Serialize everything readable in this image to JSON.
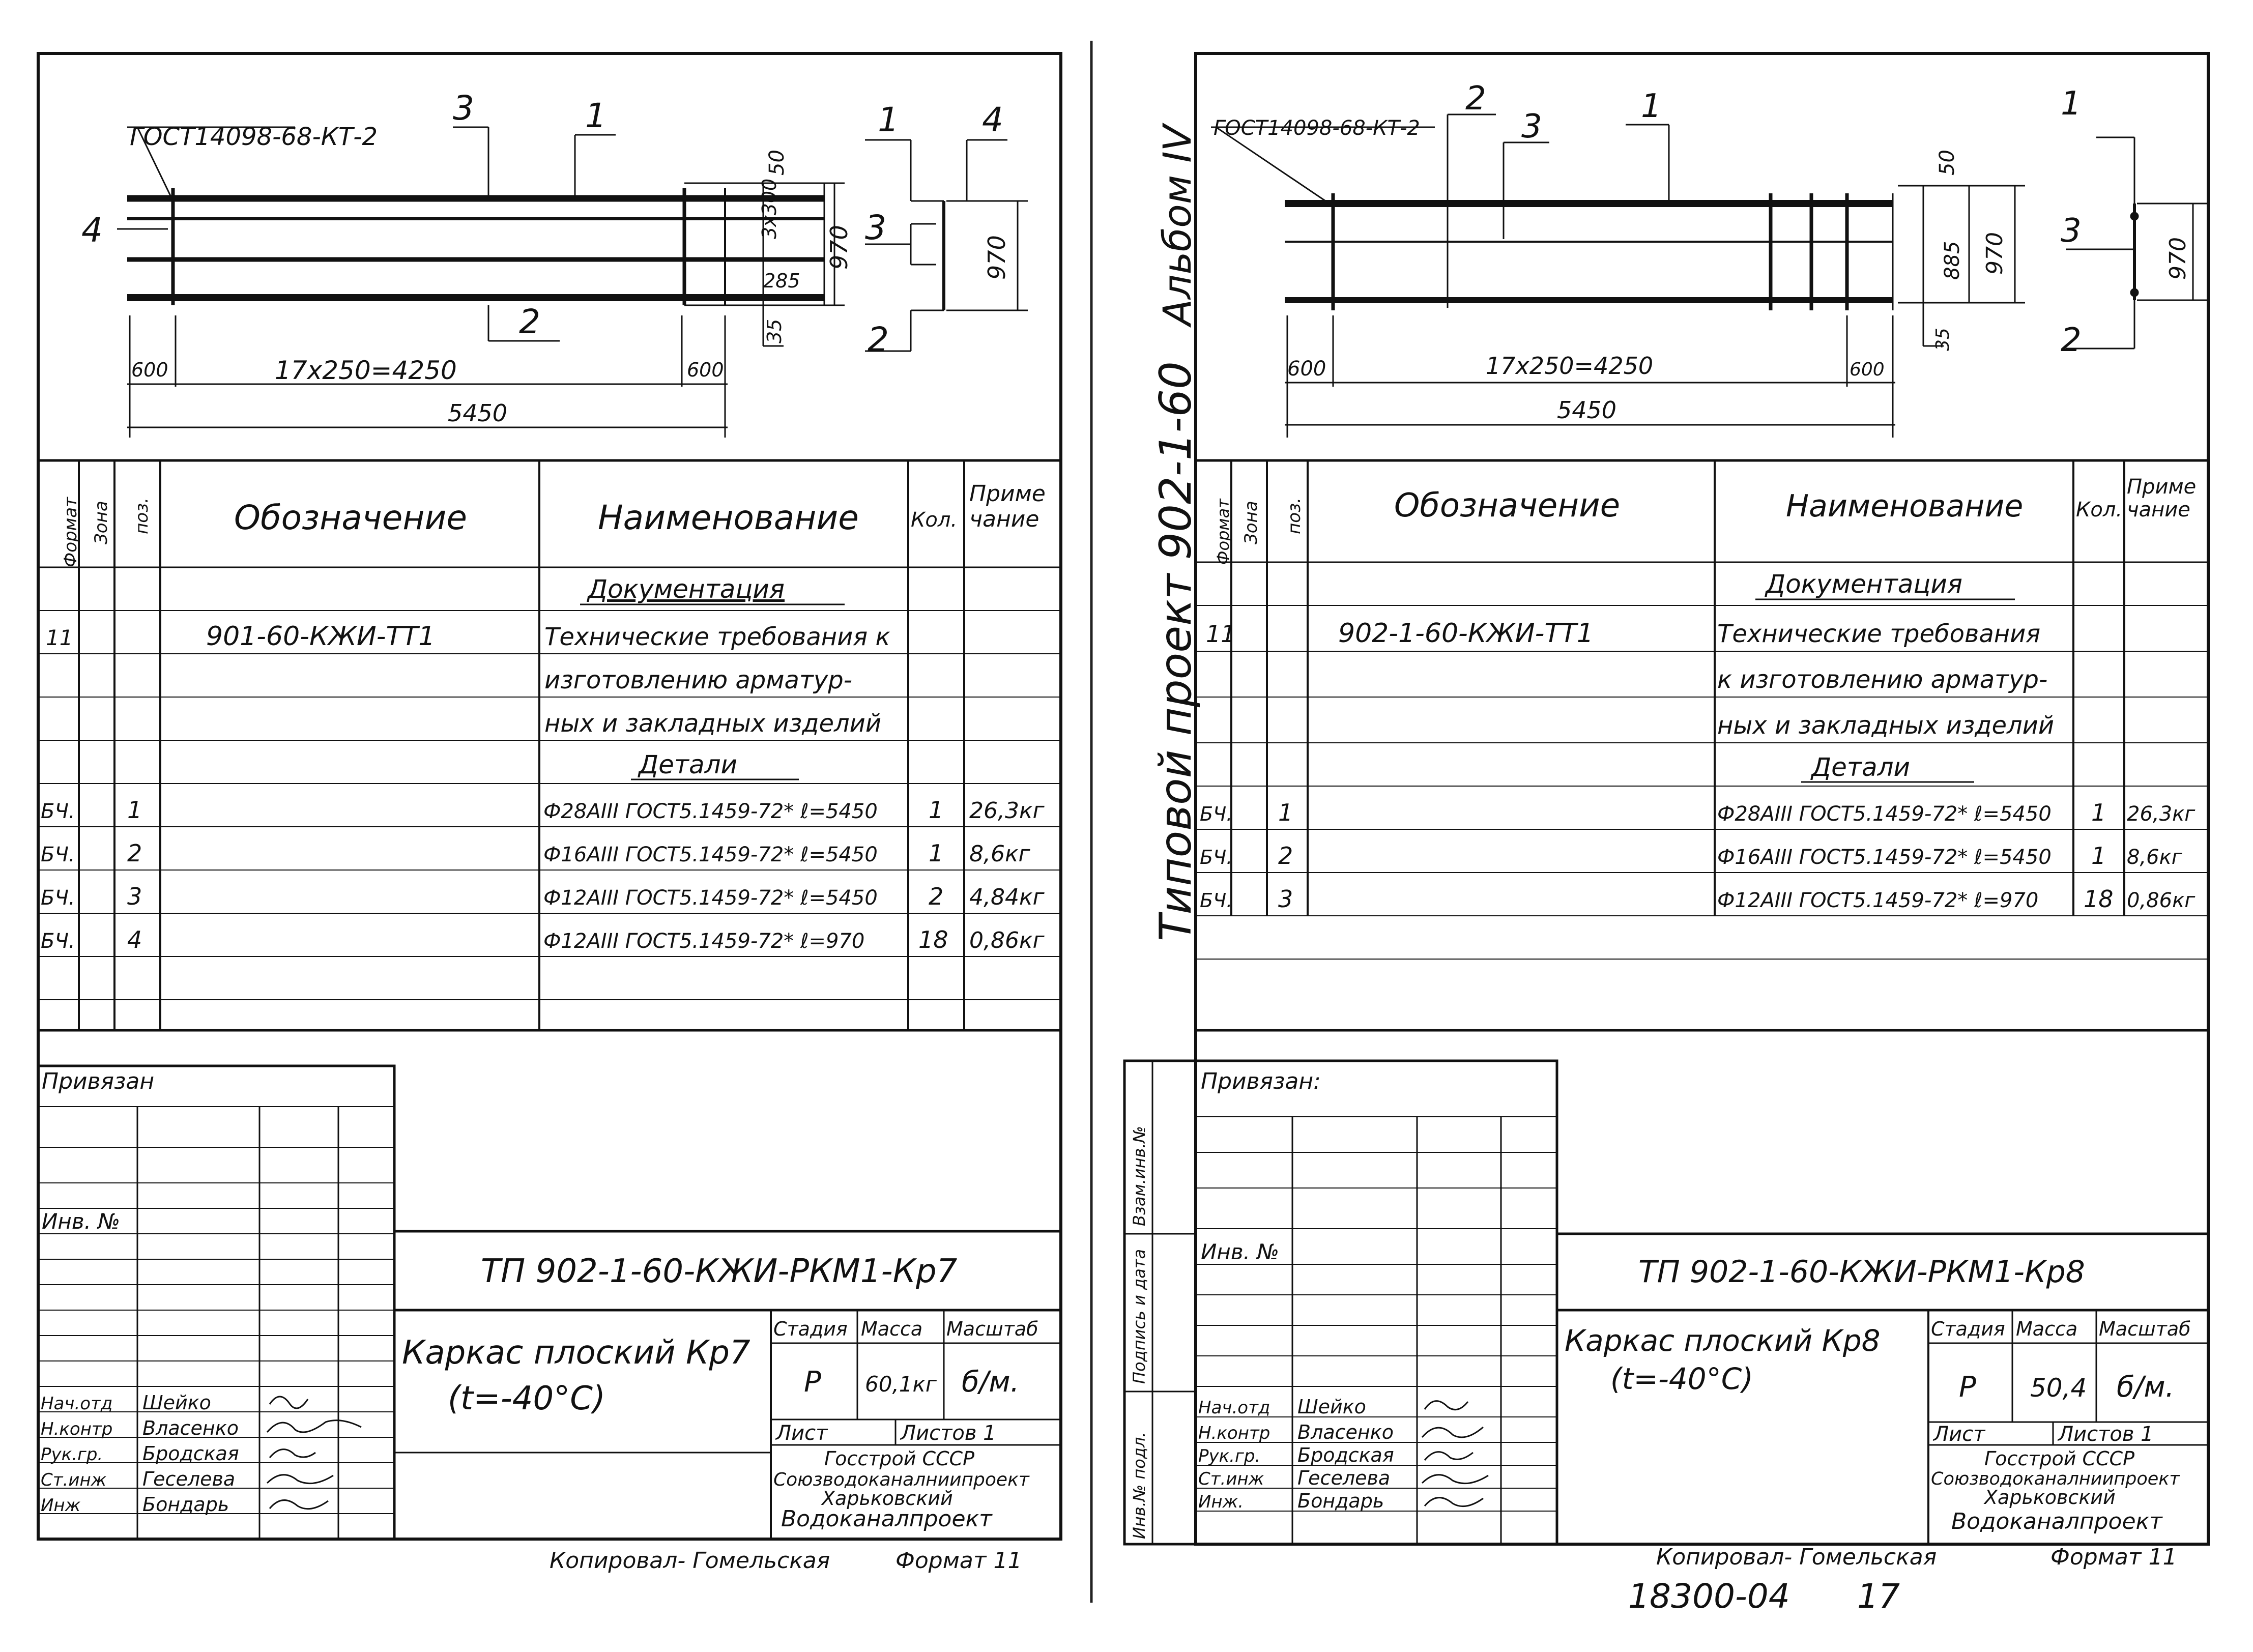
{
  "left": {
    "drawing": {
      "gost": "ГОСТ14098-68-КТ-2",
      "pos_labels": [
        "3",
        "1",
        "4",
        "2",
        "1",
        "3",
        "2",
        "4"
      ],
      "dims": {
        "d50": "50",
        "d3x300": "3x300",
        "d285": "285",
        "d35": "35",
        "d970": "970",
        "d970b": "970",
        "d600a": "600",
        "d600b": "600",
        "span": "17х250=4250",
        "total": "5450"
      }
    },
    "spec": {
      "headers": {
        "format": "Формат",
        "zone": "Зона",
        "pos": "поз.",
        "designation": "Обозначение",
        "name": "Наименование",
        "qty": "Кол.",
        "note_l1": "Приме",
        "note_l2": "чание"
      },
      "section_docs": "Документация",
      "doc": {
        "format": "11",
        "designation": "901-60-КЖИ-ТТ1",
        "name_lines": [
          "Технические требования к",
          "изготовлению арматур-",
          "ных и закладных изделий"
        ]
      },
      "section_parts": "Детали",
      "rows": [
        {
          "format": "БЧ.",
          "pos": "1",
          "name": "Ф28АIII ГОСТ5.1459-72* ℓ=5450",
          "qty": "1",
          "note": "26,3кг"
        },
        {
          "format": "БЧ.",
          "pos": "2",
          "name": "Ф16АIII ГОСТ5.1459-72* ℓ=5450",
          "qty": "1",
          "note": "8,6кг"
        },
        {
          "format": "БЧ.",
          "pos": "3",
          "name": "Ф12АIII ГОСТ5.1459-72* ℓ=5450",
          "qty": "2",
          "note": "4,84кг"
        },
        {
          "format": "БЧ.",
          "pos": "4",
          "name": "Ф12АIII ГОСТ5.1459-72* ℓ=970",
          "qty": "18",
          "note": "0,86кг"
        }
      ]
    },
    "stamp": {
      "privyazan": "Привязан",
      "inv_no": "Инв. №",
      "code": "ТП 902-1-60-КЖИ-РКМ1-Кр7",
      "title_l1": "Каркас плоский Кр7",
      "title_l2": "(t=-40°C)",
      "stage_h": "Стадия",
      "mass_h": "Масса",
      "scale_h": "Масштаб",
      "stage": "Р",
      "mass": "60,1кг",
      "scale": "б/м.",
      "sheet": "Лист",
      "sheets": "Листов 1",
      "org_l1": "Госстрой СССР",
      "org_l2": "Союзводоканалниипроект",
      "org_l3": "Харьковский",
      "org_l4": "Водоканалпроект",
      "people": [
        {
          "role": "Нач.отд",
          "name": "Шейко"
        },
        {
          "role": "Н.контр",
          "name": "Власенко"
        },
        {
          "role": "Рук.гр.",
          "name": "Бродская"
        },
        {
          "role": "Ст.инж",
          "name": "Геселева"
        },
        {
          "role": "Инж",
          "name": "Бондарь"
        }
      ]
    },
    "footer": {
      "copied": "Копировал- Гомельская",
      "format": "Формат 11"
    }
  },
  "right": {
    "side_text": "Типовой проект 902-1-60",
    "album": "Альбом IV",
    "drawing": {
      "gost": "ГОСТ14098-68-КТ-2",
      "pos_labels": [
        "2",
        "3",
        "1",
        "1",
        "3",
        "2"
      ],
      "dims": {
        "d50": "50",
        "d885": "885",
        "d970": "970",
        "d970b": "970",
        "d35": "35",
        "d600a": "600",
        "d600b": "600",
        "span": "17х250=4250",
        "total": "5450"
      }
    },
    "spec": {
      "headers": {
        "format": "Формат",
        "zone": "Зона",
        "pos": "поз.",
        "designation": "Обозначение",
        "name": "Наименование",
        "qty": "Кол.",
        "note_l1": "Приме",
        "note_l2": "чание"
      },
      "section_docs": "Документация",
      "doc": {
        "format": "11",
        "designation": "902-1-60-КЖИ-ТТ1",
        "name_lines": [
          "Технические требования",
          "к изготовлению арматур-",
          "ных и закладных изделий"
        ]
      },
      "section_parts": "Детали",
      "rows": [
        {
          "format": "БЧ.",
          "pos": "1",
          "name": "Ф28АIII ГОСТ5.1459-72* ℓ=5450",
          "qty": "1",
          "note": "26,3кг"
        },
        {
          "format": "БЧ.",
          "pos": "2",
          "name": "Ф16АIII ГОСТ5.1459-72* ℓ=5450",
          "qty": "1",
          "note": "8,6кг"
        },
        {
          "format": "БЧ.",
          "pos": "3",
          "name": "Ф12АIII ГОСТ5.1459-72* ℓ=970",
          "qty": "18",
          "note": "0,86кг"
        }
      ]
    },
    "stamp": {
      "privyazan": "Привязан:",
      "inv_no": "Инв. №",
      "side_labels": [
        "Взам.инв.№",
        "Подпись и дата",
        "Инв.№ подл."
      ],
      "code": "ТП 902-1-60-КЖИ-РКМ1-Кр8",
      "title_l1": "Каркас плоский Кр8",
      "title_l2": "(t=-40°C)",
      "stage_h": "Стадия",
      "mass_h": "Масса",
      "scale_h": "Масштаб",
      "stage": "Р",
      "mass": "50,4",
      "scale": "б/м.",
      "sheet": "Лист",
      "sheets": "Листов 1",
      "org_l1": "Госстрой СССР",
      "org_l2": "Союзводоканалниипроект",
      "org_l3": "Харьковский",
      "org_l4": "Водоканалпроект",
      "people": [
        {
          "role": "Нач.отд",
          "name": "Шейко"
        },
        {
          "role": "Н.контр",
          "name": "Власенко"
        },
        {
          "role": "Рук.гр.",
          "name": "Бродская"
        },
        {
          "role": "Ст.инж",
          "name": "Геселева"
        },
        {
          "role": "Инж.",
          "name": "Бондарь"
        }
      ]
    },
    "footer": {
      "copied": "Копировал- Гомельская",
      "format": "Формат 11",
      "archive": "18300-04",
      "page": "17"
    }
  }
}
